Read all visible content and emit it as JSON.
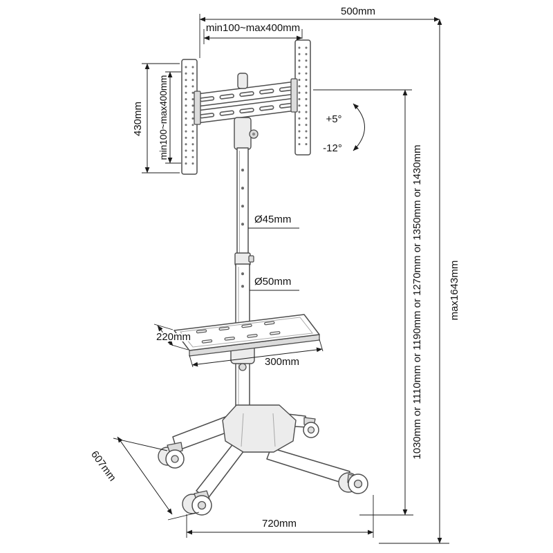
{
  "diagram": {
    "labels": {
      "bracket_width": "500mm",
      "vesa_width": "min100~max400mm",
      "bracket_height": "430mm",
      "vesa_height": "min100~max400mm",
      "tilt_up": "+5°",
      "tilt_down": "-12°",
      "upper_pole_diameter": "Ø45mm",
      "lower_pole_diameter": "Ø50mm",
      "shelf_depth": "220mm",
      "shelf_width": "300mm",
      "base_depth": "607mm",
      "base_width": "720mm",
      "column_heights": "1030mm or 1110mm or 1190mm or 1270mm or 1350mm or 1430mm",
      "max_height": "max1643mm"
    },
    "colors": {
      "structure_line": "#4d4d4d",
      "dimension_line": "#1a1a1a",
      "background": "#ffffff"
    }
  }
}
